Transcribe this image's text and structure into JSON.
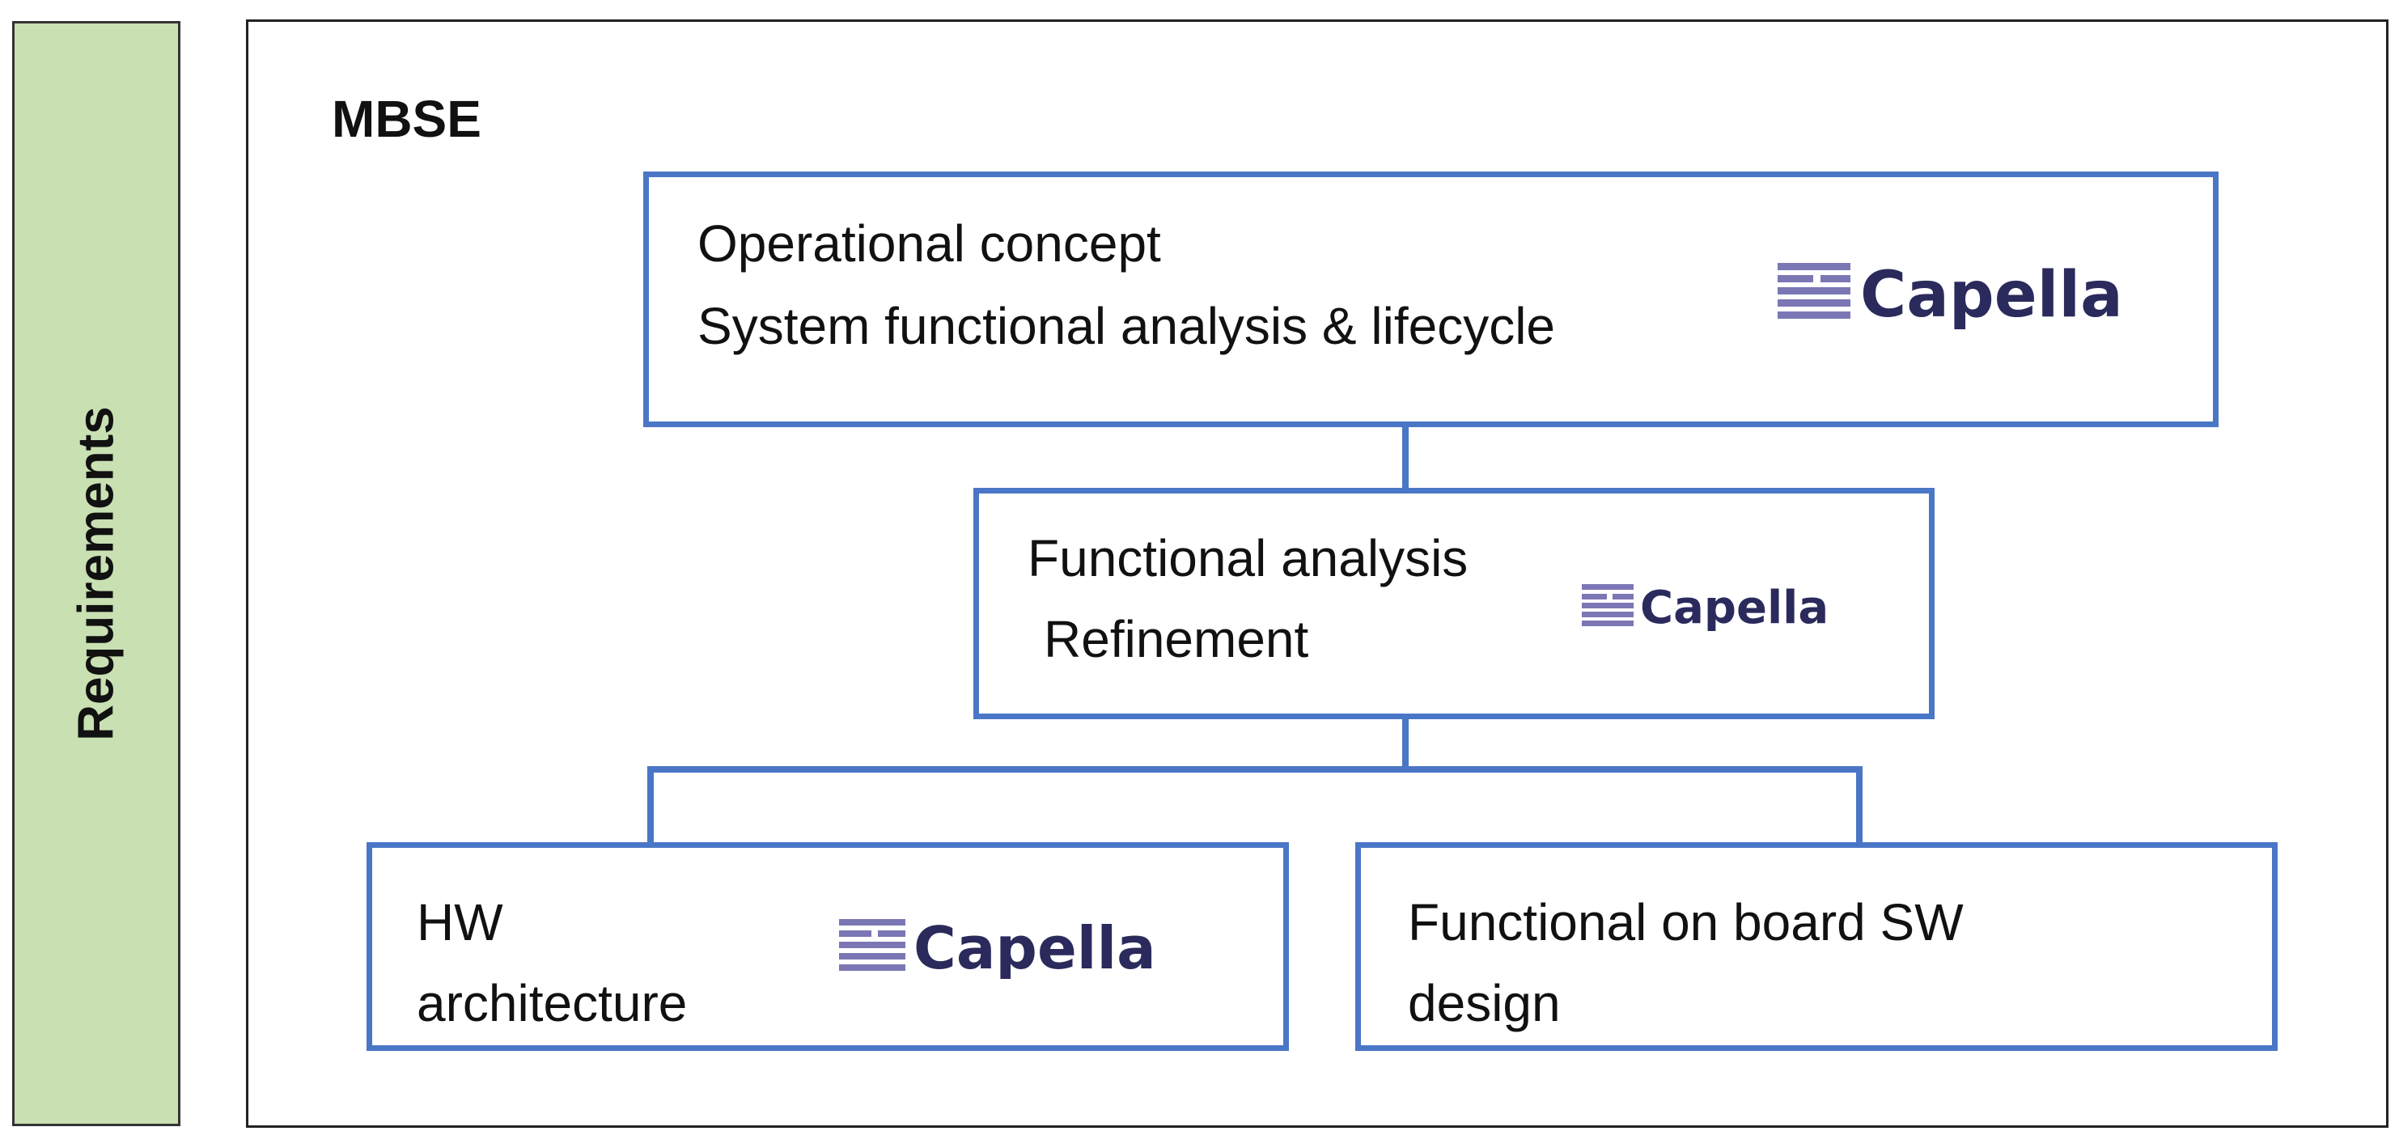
{
  "side_label": "Requirements",
  "frame_title": "MBSE",
  "nodes": {
    "operational": {
      "line1": "Operational concept",
      "line2": "System functional analysis & lifecycle",
      "logo_text": "Capella"
    },
    "functional": {
      "line1": "Functional analysis",
      "line2": "Refinement",
      "logo_text": "Capella"
    },
    "hw": {
      "line1": "HW",
      "line2": "architecture",
      "logo_text": "Capella"
    },
    "sw": {
      "line1": "Functional on board SW",
      "line2": "design"
    }
  },
  "colors": {
    "requirements_fill": "#c9e0b3",
    "box_border": "#4a76c6",
    "logo_text": "#2b2a5c",
    "logo_mark": "#7b77b4"
  }
}
